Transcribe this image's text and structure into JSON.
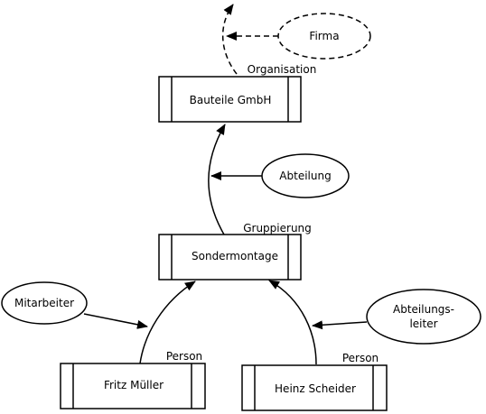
{
  "nodes": {
    "bauteile": {
      "label": "Bauteile GmbH",
      "type_label": "Organisation"
    },
    "sondermontage": {
      "label": "Sondermontage",
      "type_label": "Gruppierung"
    },
    "fritz": {
      "label": "Fritz Müller",
      "type_label": "Person"
    },
    "heinz": {
      "label": "Heinz Scheider",
      "type_label": "Person"
    }
  },
  "relations": {
    "firma": {
      "label": "Firma",
      "style": "dashed"
    },
    "abteilung": {
      "label": "Abteilung",
      "style": "solid"
    },
    "mitarbeiter": {
      "label": "Mitarbeiter",
      "style": "solid"
    },
    "abteilungsleiter": {
      "line1": "Abteilungs-",
      "line2": "leiter",
      "style": "solid"
    }
  },
  "colors": {
    "stroke": "#000000",
    "fill": "#ffffff"
  }
}
